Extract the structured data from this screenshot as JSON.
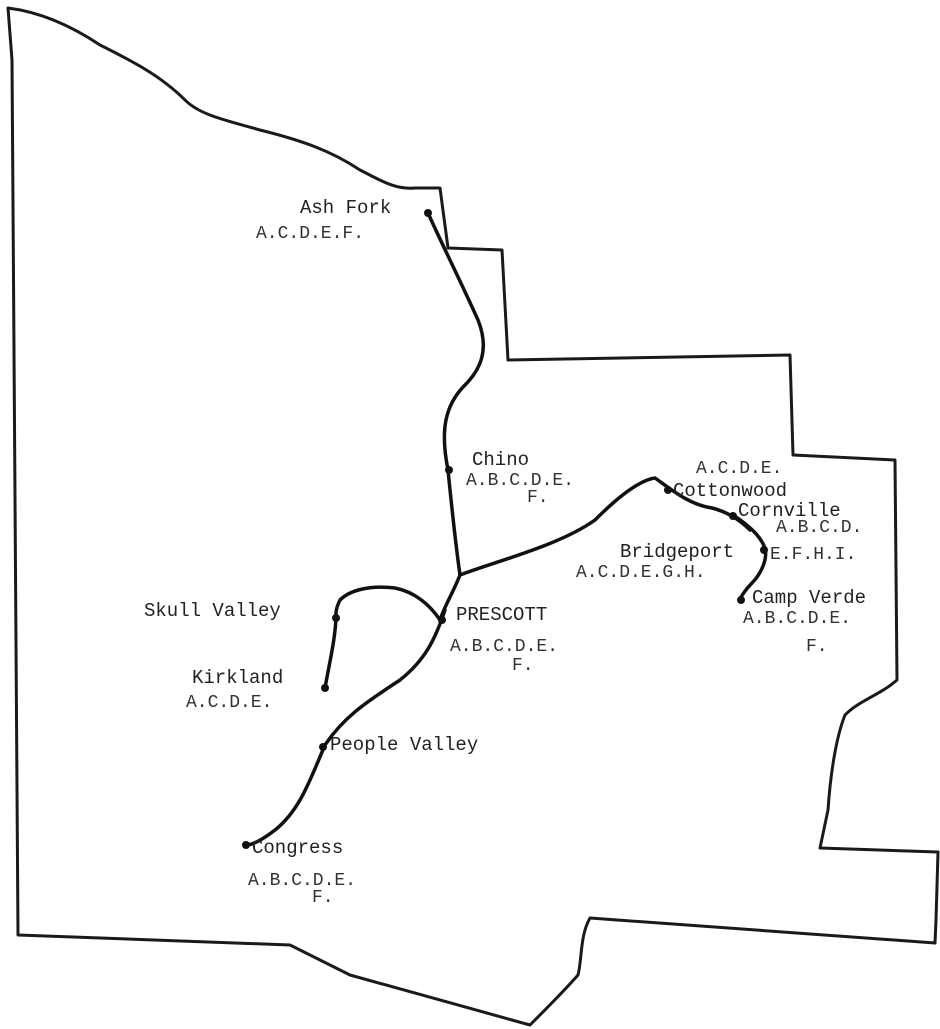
{
  "colors": {
    "paper": "#ffffff",
    "ink": "#1a1a1a"
  },
  "towns": {
    "ash_fork": {
      "name": "Ash Fork",
      "codes": [
        "A.C.D.E.F."
      ]
    },
    "chino": {
      "name": "Chino",
      "codes": [
        "A.B.C.D.E.",
        "F."
      ]
    },
    "cottonwood": {
      "name": "Cottonwood",
      "codes": [
        "A.C.D.E."
      ]
    },
    "cornville": {
      "name": "Cornville",
      "codes": [
        "A.B.C.D.",
        "E.F.H.I."
      ]
    },
    "bridgeport": {
      "name": "Bridgeport",
      "codes": [
        "A.C.D.E.G.H."
      ]
    },
    "camp_verde": {
      "name": "Camp Verde",
      "codes": [
        "A.B.C.D.E.",
        "F."
      ]
    },
    "skull_valley": {
      "name": "Skull Valley",
      "codes": []
    },
    "prescott": {
      "name": "PRESCOTT",
      "codes": [
        "A.B.C.D.E.",
        "F."
      ]
    },
    "kirkland": {
      "name": "Kirkland",
      "codes": [
        "A.C.D.E."
      ]
    },
    "people_valley": {
      "name": "People Valley",
      "codes": []
    },
    "congress": {
      "name": "Congress",
      "codes": [
        "A.B.C.D.E.",
        "F."
      ]
    }
  }
}
